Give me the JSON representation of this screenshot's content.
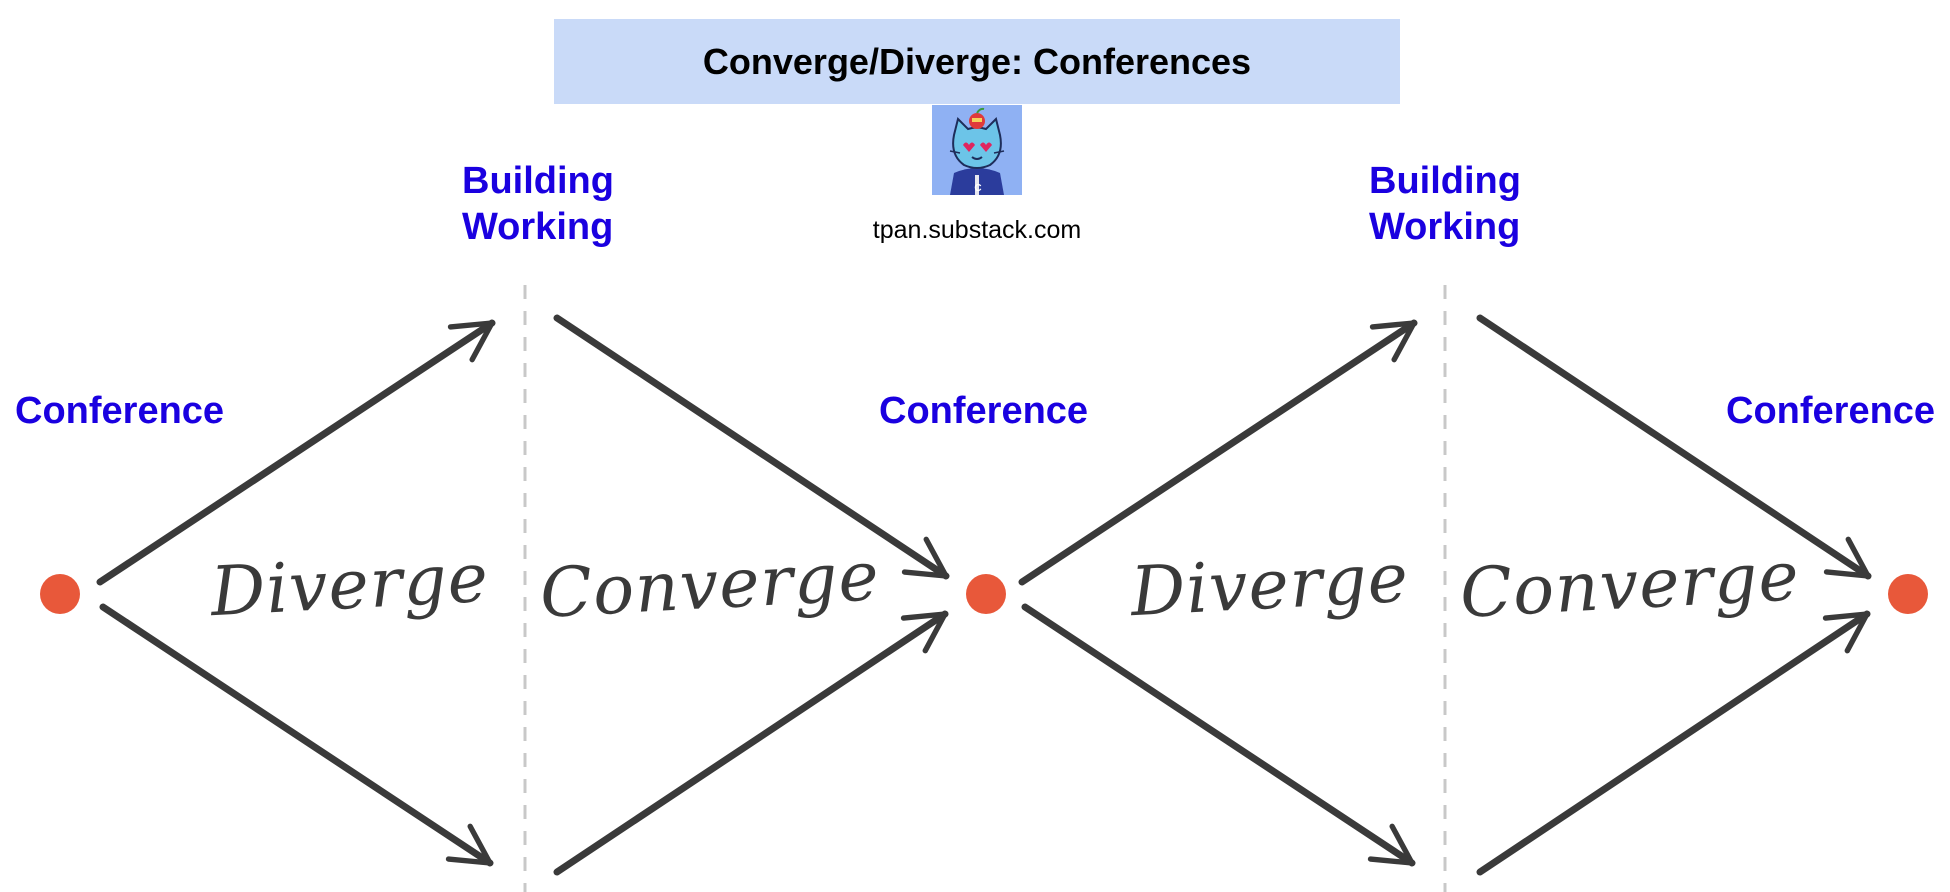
{
  "title": "Converge/Diverge: Conferences",
  "site": "tpan.substack.com",
  "avatar_icon": "cat-avatar-icon",
  "milestones": [
    {
      "label": "Conference"
    },
    {
      "label": "Conference"
    },
    {
      "label": "Conference"
    }
  ],
  "building_labels": [
    {
      "line1": "Building",
      "line2": "Working"
    },
    {
      "line1": "Building",
      "line2": "Working"
    }
  ],
  "phases": [
    "Diverge",
    "Converge",
    "Diverge",
    "Converge"
  ],
  "colors": {
    "title_bg": "#c9daf8",
    "label_blue": "#1a00e0",
    "dot_orange": "#e8583a",
    "arrow_gray": "#3a3a3a",
    "divider_gray": "#c8c8c8"
  }
}
